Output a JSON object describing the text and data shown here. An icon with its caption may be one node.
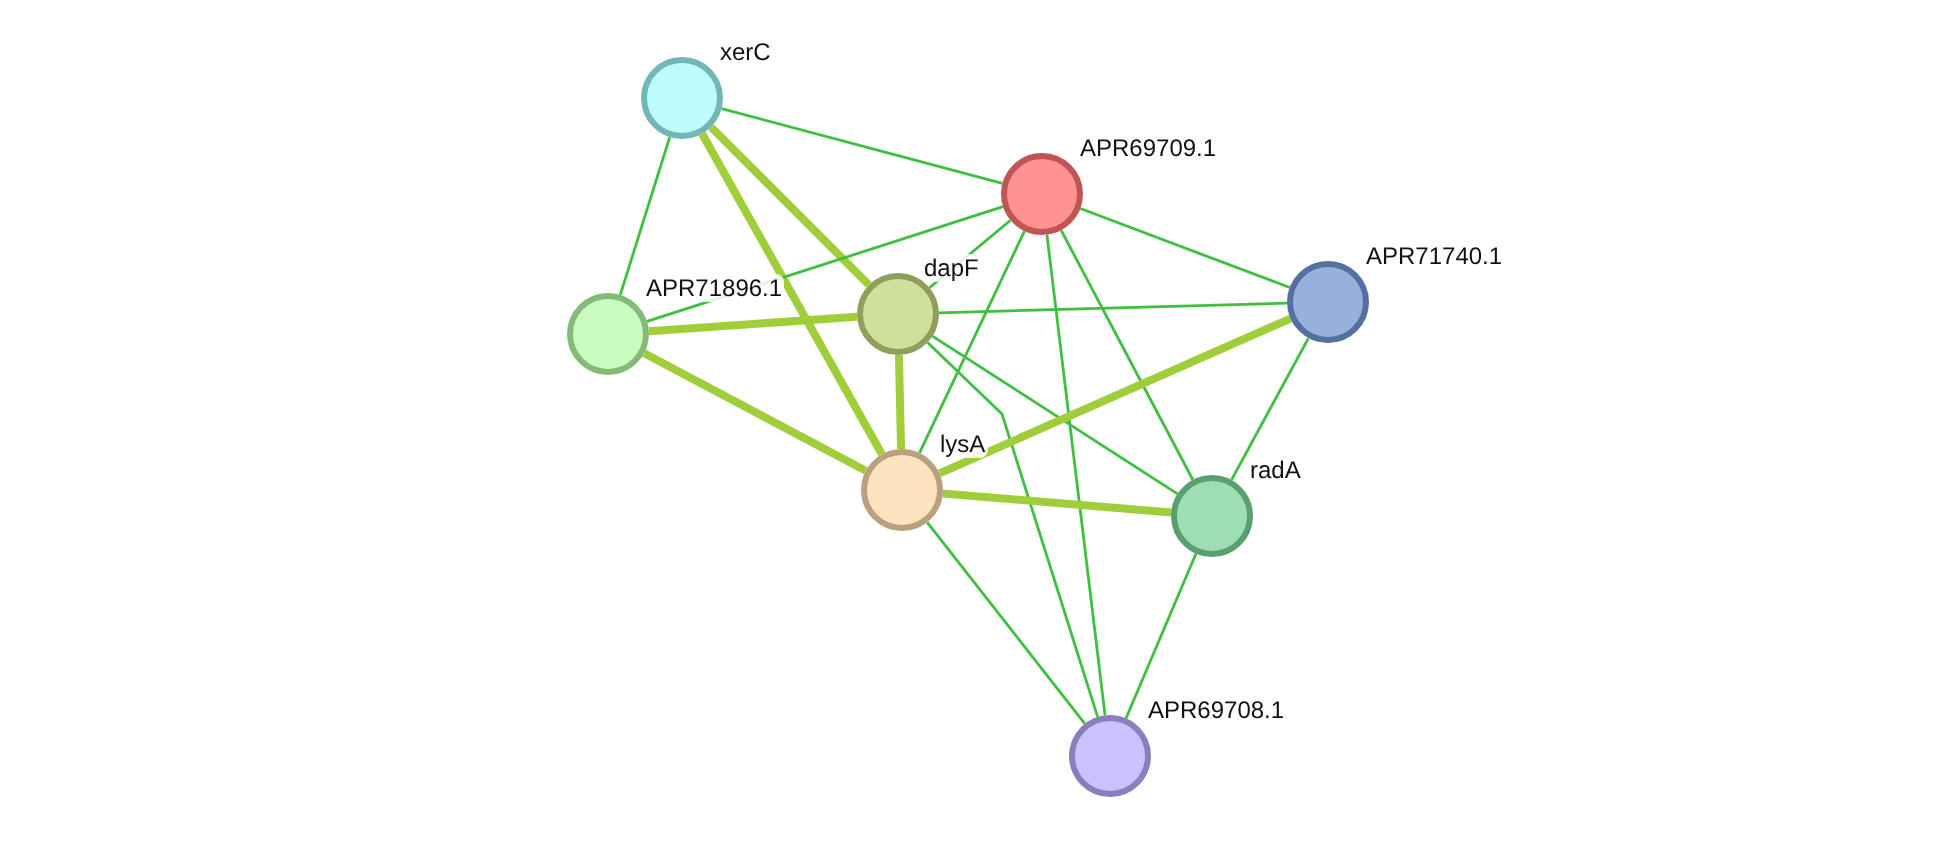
{
  "diagram": {
    "nodes": [
      {
        "text": [
          "xerC"
        ]
      },
      {
        "text": [
          "APR69709.1"
        ]
      },
      {
        "text": [
          "APR71740.1"
        ]
      },
      {
        "text": [
          "APR71896.1"
        ]
      },
      {
        "text": [
          "dapF"
        ]
      },
      {
        "text": [
          "lysA"
        ]
      },
      {
        "text": [
          "radA"
        ]
      },
      {
        "text": [
          "APR69708.1"
        ]
      }
    ],
    "edges": [
      {
        "from": 0,
        "to": 1,
        "arrow": "none"
      },
      {
        "from": 0,
        "to": 3,
        "arrow": "none"
      },
      {
        "from": 0,
        "to": 4,
        "arrow": "none",
        "style": "thick",
        "color": "#9fce3a"
      },
      {
        "from": 0,
        "to": 5,
        "arrow": "none",
        "style": "thick",
        "color": "#9fce3a"
      },
      {
        "from": 1,
        "to": 3,
        "arrow": "none"
      },
      {
        "from": 1,
        "to": 4,
        "arrow": "none"
      },
      {
        "from": 1,
        "to": 2,
        "arrow": "none"
      },
      {
        "from": 1,
        "to": 5,
        "arrow": "none"
      },
      {
        "from": 1,
        "to": 6,
        "arrow": "none"
      },
      {
        "from": 1,
        "to": 7,
        "arrow": "none"
      },
      {
        "from": 3,
        "to": 4,
        "arrow": "none",
        "style": "thick",
        "color": "#9fce3a"
      },
      {
        "from": 3,
        "to": 5,
        "arrow": "none",
        "style": "thick",
        "color": "#9fce3a"
      },
      {
        "from": 4,
        "to": 2,
        "arrow": "none"
      },
      {
        "from": 4,
        "to": 5,
        "arrow": "none",
        "style": "thick",
        "color": "#9fce3a"
      },
      {
        "from": 4,
        "to": 6,
        "arrow": "none"
      },
      {
        "from": 4,
        "to": 7,
        "arrow": "none"
      },
      {
        "from": 5,
        "to": 2,
        "arrow": "none",
        "style": "thick",
        "color": "#9fce3a"
      },
      {
        "from": 5,
        "to": 6,
        "arrow": "none",
        "style": "thick",
        "color": "#9fce3a"
      },
      {
        "from": 5,
        "to": 7,
        "arrow": "none"
      },
      {
        "from": 2,
        "to": 6,
        "arrow": "none"
      },
      {
        "from": 6,
        "to": 7,
        "arrow": "none"
      }
    ]
  }
}
